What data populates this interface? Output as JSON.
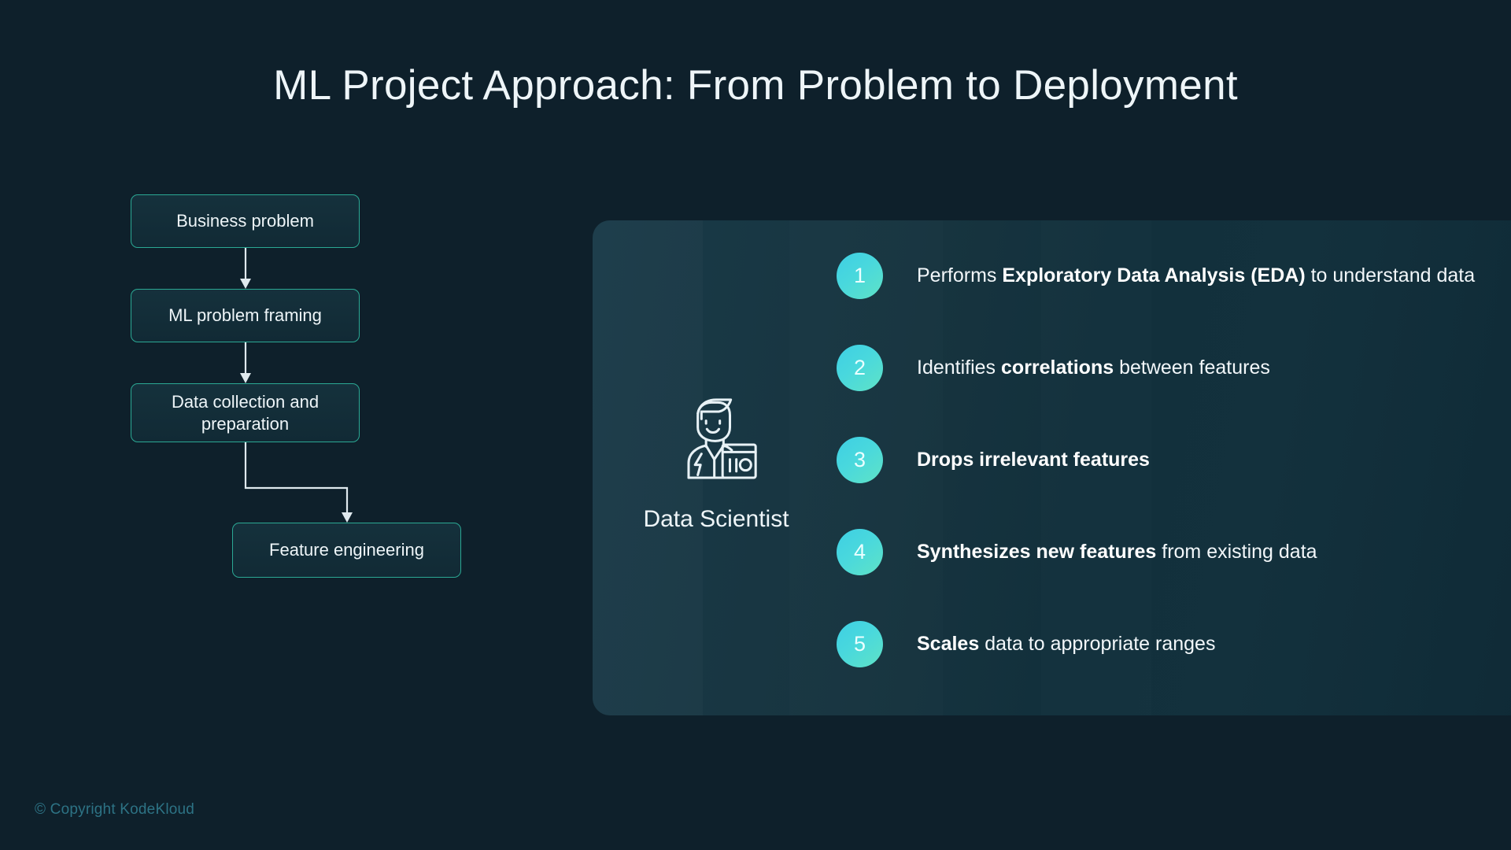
{
  "slide": {
    "title": "ML Project Approach: From Problem to Deployment",
    "background_color": "#0e202b",
    "accent_color": "#2ba894",
    "badge_color": "#49d8dd",
    "footer": "© Copyright KodeKloud"
  },
  "flowchart": {
    "boxes": [
      {
        "label": "Business problem"
      },
      {
        "label": "ML problem framing"
      },
      {
        "label": "Data collection and preparation"
      },
      {
        "label": "Feature engineering"
      }
    ]
  },
  "persona": {
    "icon": "data-scientist-icon",
    "label": "Data Scientist"
  },
  "steps": [
    {
      "number": "1",
      "prefix": "Performs ",
      "bold": "Exploratory Data Analysis (EDA)",
      "suffix": " to understand data"
    },
    {
      "number": "2",
      "prefix": "Identifies ",
      "bold": "correlations",
      "suffix": " between features"
    },
    {
      "number": "3",
      "prefix": "",
      "bold": "Drops irrelevant features",
      "suffix": ""
    },
    {
      "number": "4",
      "prefix": "",
      "bold": "Synthesizes new features",
      "suffix": " from existing data"
    },
    {
      "number": "5",
      "prefix": "",
      "bold": "Scales",
      "suffix": " data to appropriate ranges"
    }
  ]
}
